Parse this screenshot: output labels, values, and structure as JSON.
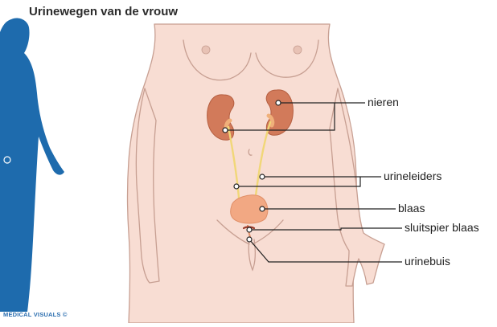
{
  "title": "Urinewegen van de vrouw",
  "credit": "MEDICAL VISUALS ©",
  "labels": {
    "nieren": "nieren",
    "urineleiders": "urineleiders",
    "blaas": "blaas",
    "sluitspier": "sluitspier blaas",
    "urinebuis": "urinebuis"
  },
  "colors": {
    "skin": "#f8ddd3",
    "skin_outline": "#c79f92",
    "kidney": "#d27a5a",
    "kidney_light": "#f0b07a",
    "ureter": "#f1d778",
    "bladder": "#f2a883",
    "silhouette": "#1e6bad",
    "leader": "#222222"
  }
}
